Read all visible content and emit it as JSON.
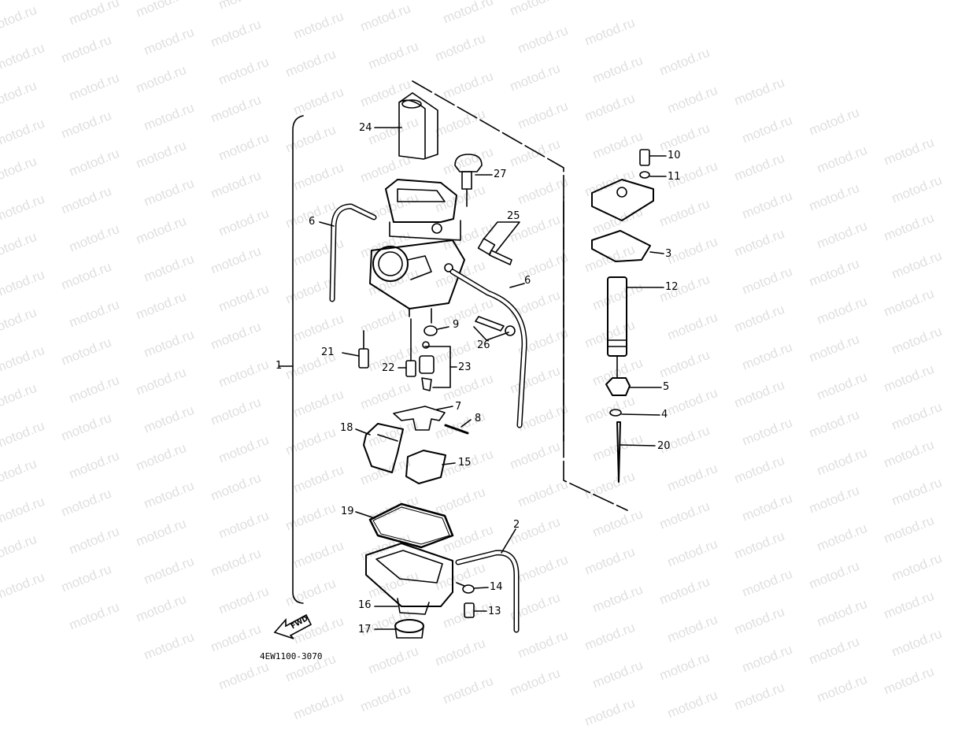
{
  "diagram": {
    "part_code": "4EW1100-3070",
    "forward_arrow_text": "FWD",
    "watermark_text": "motod.ru",
    "labels": [
      {
        "id": "1",
        "text": "1"
      },
      {
        "id": "2",
        "text": "2"
      },
      {
        "id": "3",
        "text": "3"
      },
      {
        "id": "4",
        "text": "4"
      },
      {
        "id": "5",
        "text": "5"
      },
      {
        "id": "6a",
        "text": "6"
      },
      {
        "id": "6b",
        "text": "6"
      },
      {
        "id": "7",
        "text": "7"
      },
      {
        "id": "8",
        "text": "8"
      },
      {
        "id": "9",
        "text": "9"
      },
      {
        "id": "10",
        "text": "10"
      },
      {
        "id": "11",
        "text": "11"
      },
      {
        "id": "12",
        "text": "12"
      },
      {
        "id": "13",
        "text": "13"
      },
      {
        "id": "14",
        "text": "14"
      },
      {
        "id": "15",
        "text": "15"
      },
      {
        "id": "16",
        "text": "16"
      },
      {
        "id": "17",
        "text": "17"
      },
      {
        "id": "18",
        "text": "18"
      },
      {
        "id": "19",
        "text": "19"
      },
      {
        "id": "20",
        "text": "20"
      },
      {
        "id": "21",
        "text": "21"
      },
      {
        "id": "22",
        "text": "22"
      },
      {
        "id": "23",
        "text": "23"
      },
      {
        "id": "24",
        "text": "24"
      },
      {
        "id": "25",
        "text": "25"
      },
      {
        "id": "26",
        "text": "26"
      },
      {
        "id": "27",
        "text": "27"
      }
    ]
  }
}
